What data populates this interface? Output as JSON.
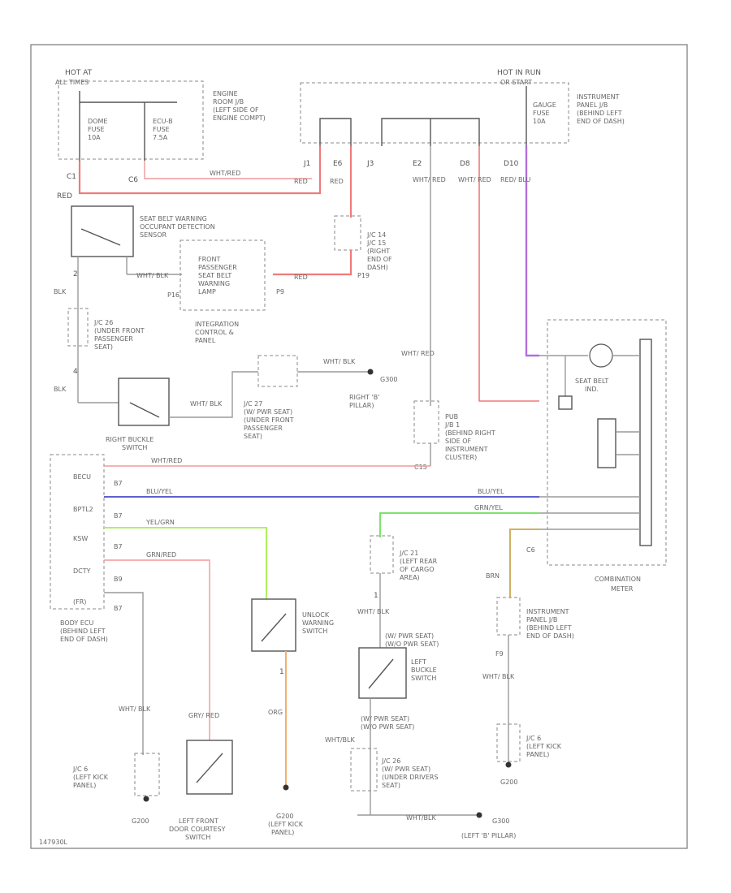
{
  "power": {
    "hot_at_label": "HOT AT",
    "hot_at_sub": "ALL TIMES",
    "hot_in_run_label": "HOT IN RUN",
    "hot_in_run_sub": "OR START",
    "dome_fuse": [
      "DOME",
      "FUSE",
      "10A"
    ],
    "ecu_b_fuse": [
      "ECU-B",
      "FUSE",
      "7.5A"
    ],
    "engine_jb": [
      "ENGINE",
      "ROOM J/B",
      "(LEFT SIDE OF",
      "ENGINE COMPT)"
    ],
    "gauge_fuse": [
      "GAUGE",
      "FUSE",
      "10A"
    ],
    "instrument_jb_top": [
      "INSTRUMENT",
      "PANEL J/B",
      "(BEHIND LEFT",
      "END OF DASH)"
    ]
  },
  "pins": {
    "c1": "C1",
    "c6": "C6",
    "j1": "J1",
    "e6": "E6",
    "j3": "J3",
    "e2": "E2",
    "d8": "D8",
    "d10": "D10",
    "p19": "P19",
    "p16": "P16",
    "p9": "P9",
    "c15": "C15",
    "c6b": "C6",
    "f9": "F9"
  },
  "wires": {
    "red": "RED",
    "wht_red": "WHT/RED",
    "wht_red_2": "WHT/ RED",
    "wht_red_3": "WHT/ RED",
    "red_blu": "RED/ BLU",
    "red_2": "RED",
    "blk": "BLK",
    "blk_2": "BLK",
    "wht_blk": "WHT/ BLK",
    "wht_blk_2": "WHT/ BLK",
    "wht_red_bus": "WHT/RED",
    "wht_red_4": "WHT/ RED",
    "blu_yel": "BLU/YEL",
    "blu_yel_2": "BLU/YEL",
    "yel_grn": "YEL/GRN",
    "grn_yel": "GRN/YEL",
    "grn_red": "GRN/RED",
    "brn": "BRN",
    "wht_blk_3": "WHT/ BLK",
    "wht_blk_4": "WHT/ BLK",
    "wht_blk_5": "WHT/ BLK",
    "grn_red_2": "GRY/ RED",
    "org": "ORG",
    "wht_blk_6": "WHT/BLK",
    "wht_blk_7": "WHT/BLK",
    "wht_blk_8": "WHT/ BLK"
  },
  "components": {
    "occupant_sensor": [
      "SEAT BELT WARNING",
      "OCCUPANT DETECTION",
      "SENSOR"
    ],
    "passenger_lamp": [
      "FRONT",
      "PASSENGER",
      "SEAT BELT",
      "WARNING",
      "LAMP"
    ],
    "integration_panel": [
      "INTEGRATION",
      "CONTROL &",
      "PANEL"
    ],
    "jc14": [
      "J/C 14",
      "J/C 15",
      "(RIGHT",
      "END OF",
      "DASH)"
    ],
    "jc26": [
      "J/C 26",
      "(UNDER FRONT",
      "PASSENGER",
      "SEAT)"
    ],
    "jc27": [
      "J/C 27",
      "(W/ PWR SEAT)",
      "(UNDER FRONT",
      "PASSENGER",
      "SEAT)"
    ],
    "g300": "G300",
    "right_b_pillar": [
      "RIGHT 'B'",
      "PILLAR)"
    ],
    "right_buckle": [
      "RIGHT BUCKLE",
      "SWITCH"
    ],
    "jb1": [
      "PUB",
      "J/B 1",
      "(BEHIND RIGHT",
      "SIDE OF",
      "INSTRUMENT",
      "CLUSTER)"
    ],
    "body_ecu": [
      "BODY ECU",
      "(BEHIND LEFT",
      "END OF DASH)"
    ],
    "body_ecu_pins": [
      "BECU",
      "B7",
      "BPTL2",
      "B7",
      "KSW",
      "B7",
      "DCTY",
      "B9",
      "(FR)",
      "B7"
    ],
    "seat_belt_ind": [
      "SEAT BELT",
      "IND."
    ],
    "combination_meter": [
      "COMBINATION",
      "METER"
    ],
    "jc21": [
      "J/C 21",
      "(LEFT REAR",
      "OF CARGO",
      "AREA)"
    ],
    "unlock_warning": [
      "UNLOCK",
      "WARNING",
      "SWITCH"
    ],
    "left_buckle": [
      "LEFT",
      "BUCKLE",
      "SWITCH"
    ],
    "instrument_jb": [
      "INSTRUMENT",
      "PANEL J/B",
      "(BEHIND LEFT",
      "END OF DASH)"
    ],
    "jc6_left": [
      "J/C 6",
      "(LEFT KICK",
      "PANEL)"
    ],
    "jc6_right": [
      "J/C 6",
      "(LEFT KICK",
      "PANEL)"
    ],
    "left_front_courtesy": [
      "LEFT FRONT",
      "DOOR COURTESY",
      "SWITCH"
    ],
    "g200_left": "G200",
    "g200_mid": [
      "G200",
      "(LEFT KICK",
      "PANEL)"
    ],
    "g200_right": "G200",
    "g300_left_b": [
      "G300",
      "(LEFT 'B' PILLAR)"
    ],
    "jc26b": [
      "J/C 26",
      "(W/ PWR SEAT)",
      "(UNDER DRIVERS",
      "SEAT)"
    ],
    "pwr_seat_1": [
      "(W/ PWR SEAT)",
      "(W/O PWR SEAT)"
    ],
    "pwr_seat_2": [
      "(W/ PWR SEAT)",
      "(W/O PWR SEAT)"
    ],
    "pin_1": "1",
    "pin_2": "2",
    "pin_4": "4",
    "pin_1b": "1"
  },
  "footer": {
    "code": "147930L"
  },
  "colors": {
    "red_wire": "#f07a7a",
    "purple_wire": "#b070e0",
    "blue_wire": "#6060d0",
    "green_wire": "#80e070",
    "lime_wire": "#b0f060",
    "brown_wire": "#d0b060",
    "orange_wire": "#f0b070"
  }
}
